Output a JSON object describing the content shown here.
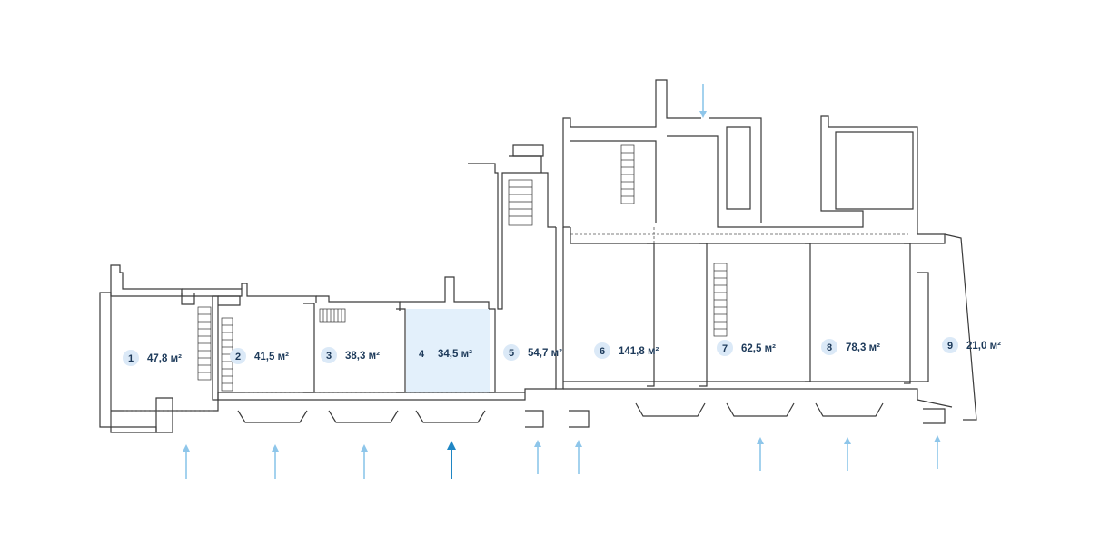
{
  "units": [
    {
      "number": "1",
      "area": "47,8 м²",
      "highlighted": false
    },
    {
      "number": "2",
      "area": "41,5 м²",
      "highlighted": false
    },
    {
      "number": "3",
      "area": "38,3 м²",
      "highlighted": false
    },
    {
      "number": "4",
      "area": "34,5 м²",
      "highlighted": true
    },
    {
      "number": "5",
      "area": "54,7 м²",
      "highlighted": false
    },
    {
      "number": "6",
      "area": "141,8 м²",
      "highlighted": false
    },
    {
      "number": "7",
      "area": "62,5 м²",
      "highlighted": false
    },
    {
      "number": "8",
      "area": "78,3 м²",
      "highlighted": false
    },
    {
      "number": "9",
      "area": "21,0 м²",
      "highlighted": false
    }
  ],
  "colors": {
    "wall": "#3a3a3a",
    "highlight_fill": "#e3f0fb",
    "badge_fill": "#dbe9f7",
    "label_text": "#1d3a5a",
    "entrance_arrow": "#8ec6ea",
    "entrance_arrow_active": "#1f86c4"
  }
}
